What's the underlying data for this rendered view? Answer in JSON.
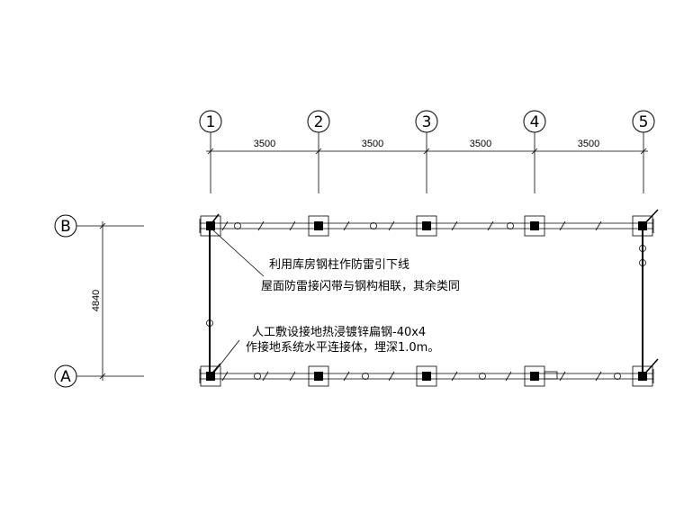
{
  "axes": {
    "columns": [
      "1",
      "2",
      "3",
      "4",
      "5"
    ],
    "rows": [
      "B",
      "A"
    ]
  },
  "dimensions": {
    "spans": [
      "3500",
      "3500",
      "3500",
      "3500"
    ],
    "vertical": "4840"
  },
  "annotations": {
    "downconductor_line1": "利用库房钢柱作防雷引下线",
    "downconductor_line2": "屋面防雷接闪带与钢构相联，其余类同",
    "grounding_line1": "人工敷设接地热浸镀锌扁钢-40x4",
    "grounding_line2": "作接地系统水平连接体，埋深1.0m。"
  }
}
